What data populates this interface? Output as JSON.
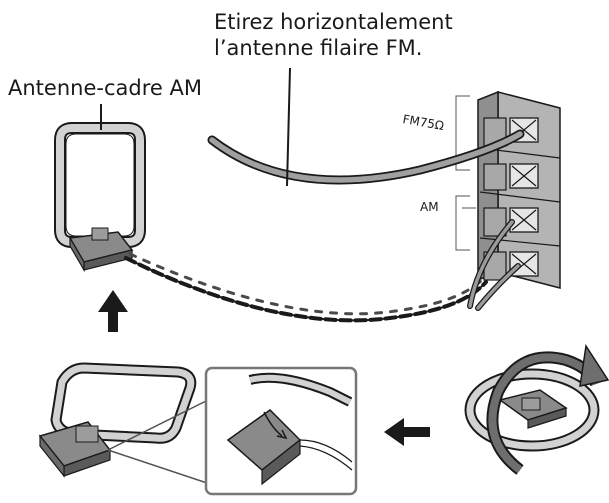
{
  "labels": {
    "fm_instruction_line1": "Etirez horizontalement",
    "fm_instruction_line2": "l’antenne filaire FM.",
    "am_loop_antenna": "Antenne-cadre AM",
    "fm_terminal": "FM75Ω",
    "am_terminal": "AM"
  },
  "icons": {
    "up_arrow": "up-arrow-icon",
    "left_arrow": "left-arrow-icon",
    "rotate_arrow": "rotate-arrow-icon"
  },
  "colors": {
    "line": "#1a1a1a",
    "panel": "#c8c8c8",
    "panel_dark": "#8f8f8f",
    "wire": "#9a9a9a",
    "rotate_arrow": "#6e6e6e"
  }
}
